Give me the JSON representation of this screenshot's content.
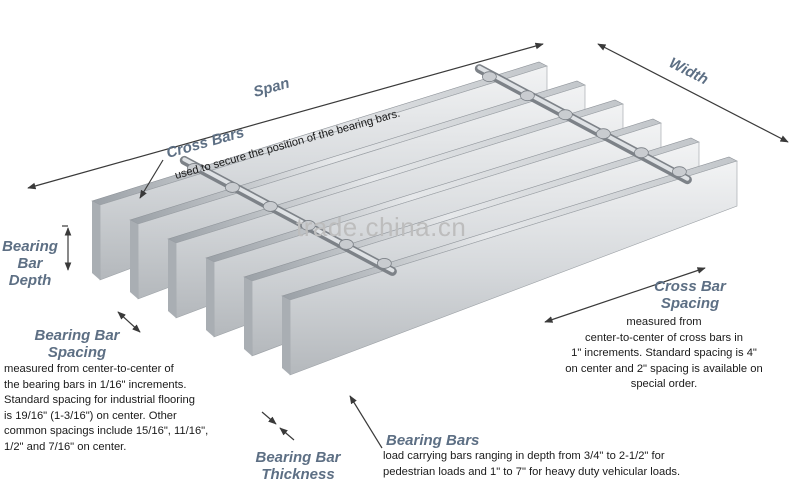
{
  "labels": {
    "span": "Span",
    "width": "Width",
    "cross_bars_title": "Cross Bars",
    "cross_bars_desc": "used to secure the position of the bearing bars.",
    "bearing_bar_depth_1": "Bearing",
    "bearing_bar_depth_2": "Bar",
    "bearing_bar_depth_3": "Depth",
    "bearing_bar_spacing_1": "Bearing Bar",
    "bearing_bar_spacing_2": "Spacing",
    "bearing_bar_spacing_desc": [
      "measured from center-to-center of",
      "the bearing bars in 1/16\" increments.",
      "Standard spacing for industrial flooring",
      "is 19/16\" (1-3/16\") on center.  Other",
      "common spacings include 15/16\", 11/16\",",
      "1/2\" and 7/16\" on center."
    ],
    "cross_bar_spacing_1": "Cross Bar",
    "cross_bar_spacing_2": "Spacing",
    "cross_bar_spacing_desc": [
      "measured from",
      "center-to-center of cross bars in",
      "1\" increments. Standard spacing is 4\"",
      "on center and 2\" spacing is available on",
      "special order."
    ],
    "bearing_bar_thickness_1": "Bearing Bar",
    "bearing_bar_thickness_2": "Thickness",
    "bearing_bars_title": "Bearing Bars",
    "bearing_bars_desc": [
      "load carrying bars ranging in depth from 3/4\" to 2-1/2\" for",
      "pedestrian loads and 1\" to 7\" for heavy duty vehicular loads."
    ]
  },
  "watermark": "trade.china.cn",
  "colors": {
    "heading": "#5d6f84",
    "text": "#1a1a1a",
    "steel_light": "#e4e6e8",
    "steel_mid": "#b8bcc0",
    "steel_dark": "#8e9399",
    "dimension_line": "#3a3a3a"
  }
}
